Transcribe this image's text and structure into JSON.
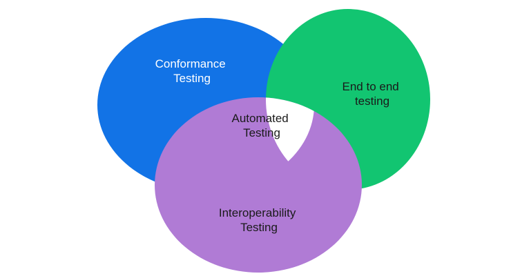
{
  "diagram": {
    "type": "venn",
    "sets": [
      {
        "id": "conformance",
        "lines": [
          "Conformance",
          "Testing"
        ],
        "color": "#1273e6",
        "text_color": "#ffffff"
      },
      {
        "id": "end-to-end",
        "lines": [
          "End to end",
          "testing"
        ],
        "color": "#12c571",
        "text_color": "#1a1a1a"
      },
      {
        "id": "interoperability",
        "lines": [
          "Interoperability",
          "Testing"
        ],
        "color": "#b07bd5",
        "text_color": "#1a1a1a"
      }
    ],
    "intersection": {
      "id": "automated",
      "lines": [
        "Automated",
        "Testing"
      ],
      "color": "#ffffff",
      "text_color": "#1a1a1a"
    }
  }
}
